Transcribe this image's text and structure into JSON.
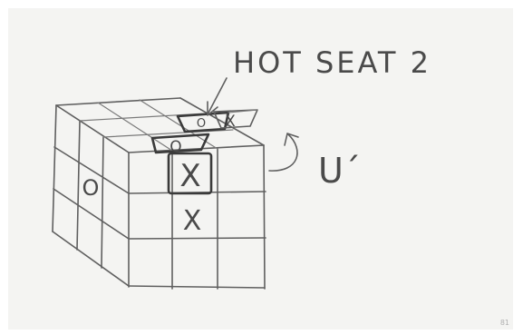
{
  "sketch": {
    "label": "HOT SEAT 2",
    "move_notation": "U´",
    "corner_mark": "81",
    "marks": {
      "left_face_mark": "O",
      "top_front_mark": "O",
      "top_back_o_mark": "O",
      "top_back_x_mark": "X",
      "hot_seat_mark": "X",
      "below_mark": "X"
    }
  }
}
